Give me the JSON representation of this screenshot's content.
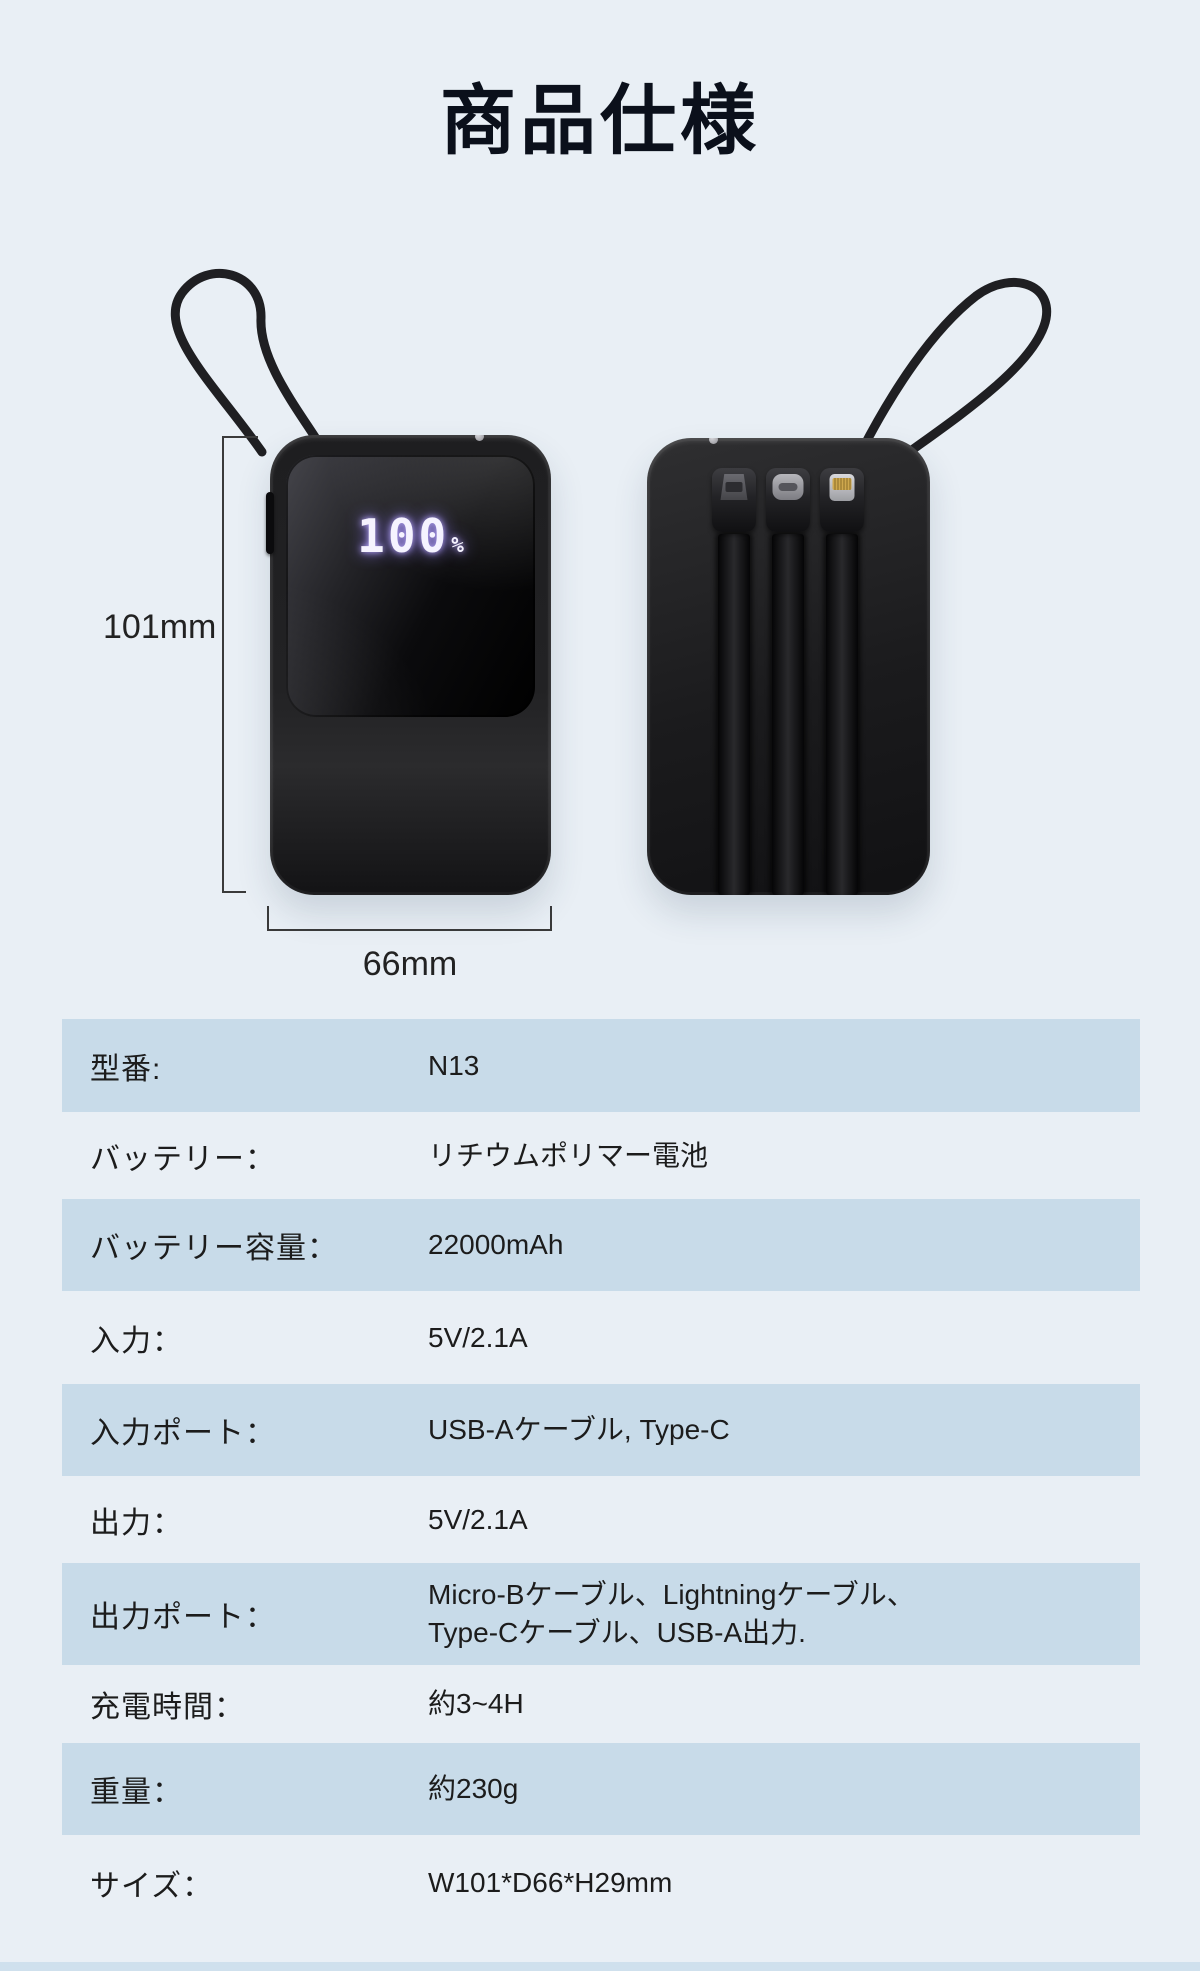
{
  "title": "商品仕様",
  "diagram": {
    "height_label": "101mm",
    "width_label": "66mm",
    "battery_display_value": "100",
    "battery_display_unit": "%",
    "icons": [
      "micro-b-connector",
      "type-c-connector",
      "lightning-connector",
      "lanyard-cable-loop"
    ]
  },
  "spec_rows": [
    {
      "label": "型番:",
      "value": "N13"
    },
    {
      "label": "バッテリー：",
      "value": "リチウムポリマー電池"
    },
    {
      "label": "バッテリー容量：",
      "value": "22000mAh"
    },
    {
      "label": "入力：",
      "value": "5V/2.1A"
    },
    {
      "label": "入力ポート：",
      "value": "USB-Aケーブル, Type-C"
    },
    {
      "label": "出力：",
      "value": "5V/2.1A"
    },
    {
      "label": "出力ポート：",
      "value": "Micro-Bケーブル、Lightningケーブル、\nType-Cケーブル、USB-A出力."
    },
    {
      "label": "充電時間：",
      "value": "約3~4H"
    },
    {
      "label": "重量：",
      "value": "約230g"
    },
    {
      "label": "サイズ：",
      "value": "W101*D66*H29mm"
    }
  ],
  "colors": {
    "page_background": "#e9eff5",
    "stripe_row": "#c8dbe9",
    "title_text": "#0b101b",
    "body_text": "#1c1c1c",
    "display_glow": "#8d79f0",
    "lightning_pins": "#cfa84e"
  }
}
